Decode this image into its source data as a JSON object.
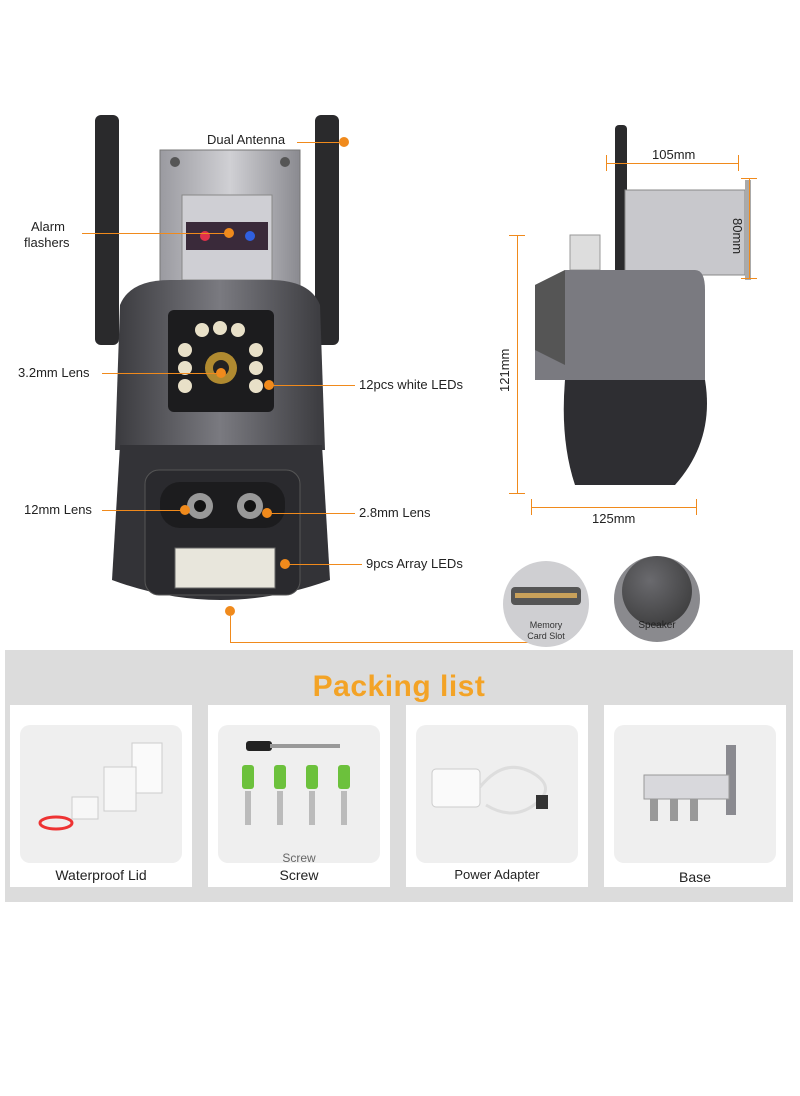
{
  "callouts": {
    "dual_antenna": "Dual Antenna",
    "alarm_flashers": [
      "Alarm",
      "flashers"
    ],
    "lens_32": "3.2mm Lens",
    "white_leds": "12pcs white LEDs",
    "lens_12": "12mm Lens",
    "lens_28": "2.8mm Lens",
    "array_leds": "9pcs Array LEDs",
    "memory_card": [
      "Memory",
      "Card Slot"
    ],
    "speaker": "Speaker"
  },
  "dimensions": {
    "width_top": "105mm",
    "height_bracket": "80mm",
    "height_body": "121mm",
    "width_body": "125mm"
  },
  "packing_list": {
    "title": "Packing list",
    "items": [
      {
        "label": "Waterproof Lid"
      },
      {
        "label": "Screw",
        "ghost": "Screw"
      },
      {
        "label": "Power Adapter"
      },
      {
        "label": "Base"
      }
    ]
  },
  "colors": {
    "accent": "#f08a1c",
    "title": "#f3a326",
    "camera_body": "#4a4a4e",
    "panel_bg": "#dcdcdc"
  }
}
